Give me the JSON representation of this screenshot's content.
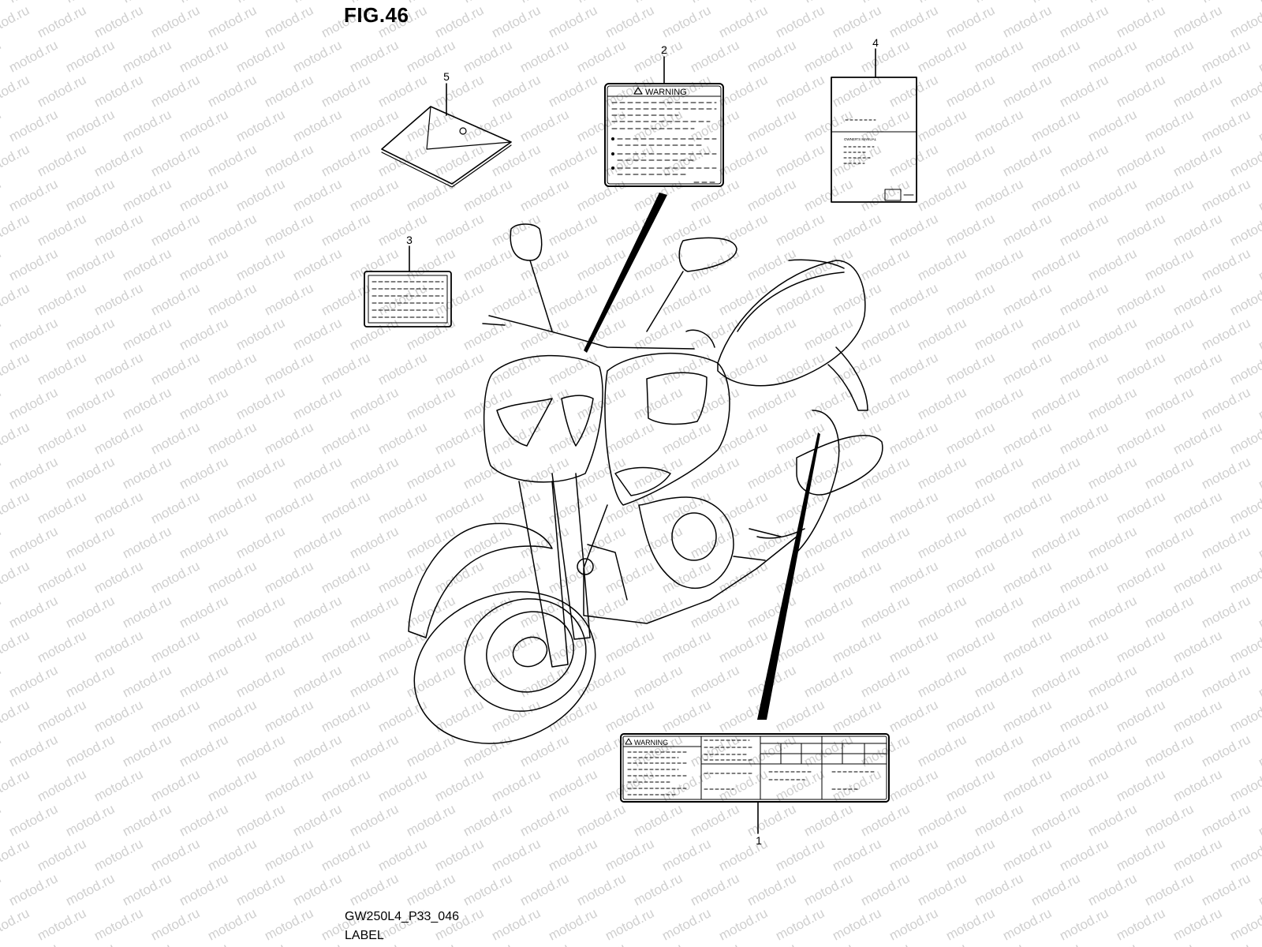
{
  "figure": {
    "title": "FIG.46",
    "code": "GW250L4_P33_046",
    "caption": "LABEL"
  },
  "callouts": [
    "1",
    "2",
    "3",
    "4",
    "5"
  ],
  "labels": {
    "warning_text": "WARNING",
    "manual_text": "OWNER'S MANUAL"
  },
  "watermark": {
    "text": "motod.ru",
    "color": "#cfcfcf"
  },
  "colors": {
    "line": "#000000",
    "background": "#ffffff"
  }
}
